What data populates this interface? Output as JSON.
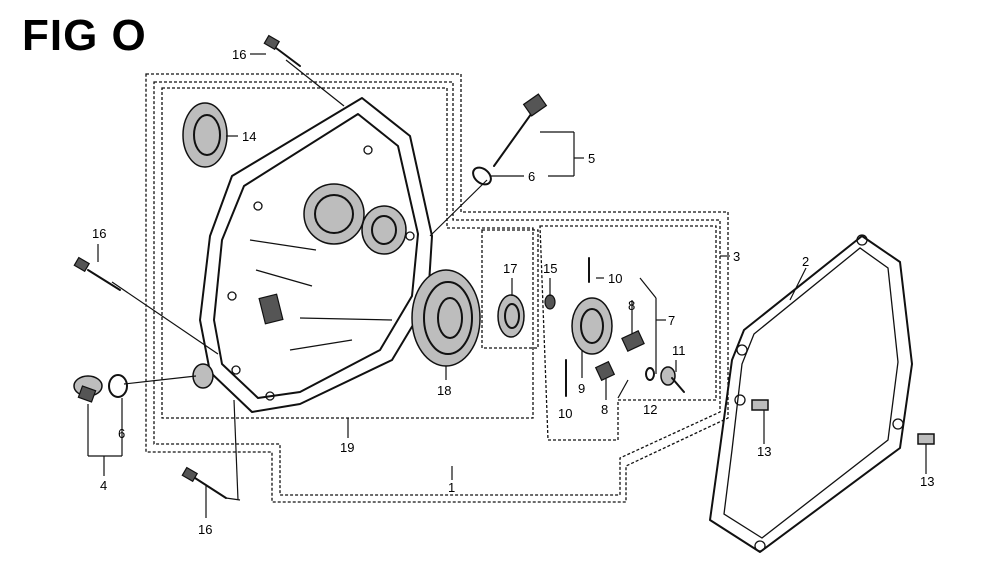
{
  "figure": {
    "title": "FIG O"
  },
  "callouts": {
    "c1": "1",
    "c2": "2",
    "c3": "3",
    "c4": "4",
    "c5": "5",
    "c6a": "6",
    "c6b": "6",
    "c7": "7",
    "c8a": "8",
    "c8b": "8",
    "c9": "9",
    "c10a": "10",
    "c10b": "10",
    "c11": "11",
    "c12": "12",
    "c13a": "13",
    "c13b": "13",
    "c14": "14",
    "c15": "15",
    "c16a": "16",
    "c16b": "16",
    "c16c": "16",
    "c17": "17",
    "c18": "18",
    "c19": "19"
  }
}
